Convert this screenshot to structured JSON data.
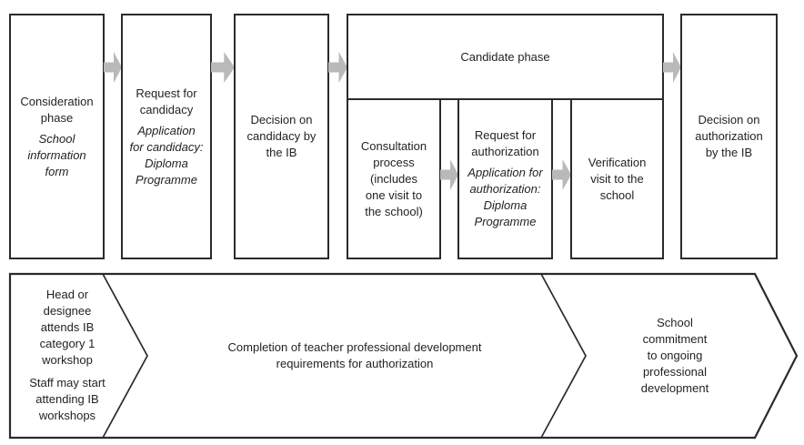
{
  "phases": {
    "consideration": {
      "title": "Consideration\nphase",
      "subtitle": "School\ninformation\nform"
    },
    "request_candidacy": {
      "title": "Request for\ncandidacy",
      "subtitle": "Application\nfor candidacy:\nDiploma\nProgramme"
    },
    "decision_candidacy": {
      "title": "Decision on\ncandidacy by\nthe IB"
    },
    "candidate_phase": {
      "label": "Candidate phase"
    },
    "consultation": {
      "title": "Consultation\nprocess\n(includes\none visit to\nthe school)"
    },
    "request_authorization": {
      "title": "Request for\nauthorization",
      "subtitle": "Application for\nauthorization:\nDiploma\nProgramme"
    },
    "verification": {
      "title": "Verification\nvisit to the\nschool"
    },
    "decision_authorization": {
      "title": "Decision on\nauthorization\nby the IB"
    }
  },
  "bottom_band": {
    "workshops": {
      "p1": "Head or\ndesignee\nattends IB\ncategory 1\nworkshop",
      "p2": "Staff may start\nattending IB\nworkshops"
    },
    "teacher_development": {
      "text": "Completion of teacher professional development\nrequirements for authorization"
    },
    "school_commitment": {
      "text": "School\ncommitment\nto ongoing\nprofessional\ndevelopment"
    }
  },
  "colors": {
    "bg": "#ffffff",
    "border": "#2b2b2b",
    "text": "#231f20",
    "arrow": "#b9b9b9"
  }
}
